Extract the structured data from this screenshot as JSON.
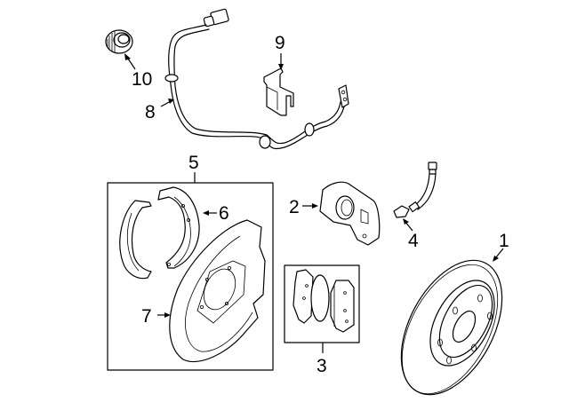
{
  "diagram": {
    "type": "exploded-parts-diagram",
    "subject": "Rear brake assembly",
    "callouts": [
      {
        "id": "1",
        "label": "1",
        "part": "brake-rotor"
      },
      {
        "id": "2",
        "label": "2",
        "part": "caliper"
      },
      {
        "id": "3",
        "label": "3",
        "part": "brake-pads"
      },
      {
        "id": "4",
        "label": "4",
        "part": "brake-hose"
      },
      {
        "id": "5",
        "label": "5",
        "part": "backing-plate-kit"
      },
      {
        "id": "6",
        "label": "6",
        "part": "parking-brake-shoes"
      },
      {
        "id": "7",
        "label": "7",
        "part": "backing-plate"
      },
      {
        "id": "8",
        "label": "8",
        "part": "abs-sensor-wire"
      },
      {
        "id": "9",
        "label": "9",
        "part": "sensor-bracket"
      },
      {
        "id": "10",
        "label": "10",
        "part": "tone-ring"
      }
    ]
  }
}
